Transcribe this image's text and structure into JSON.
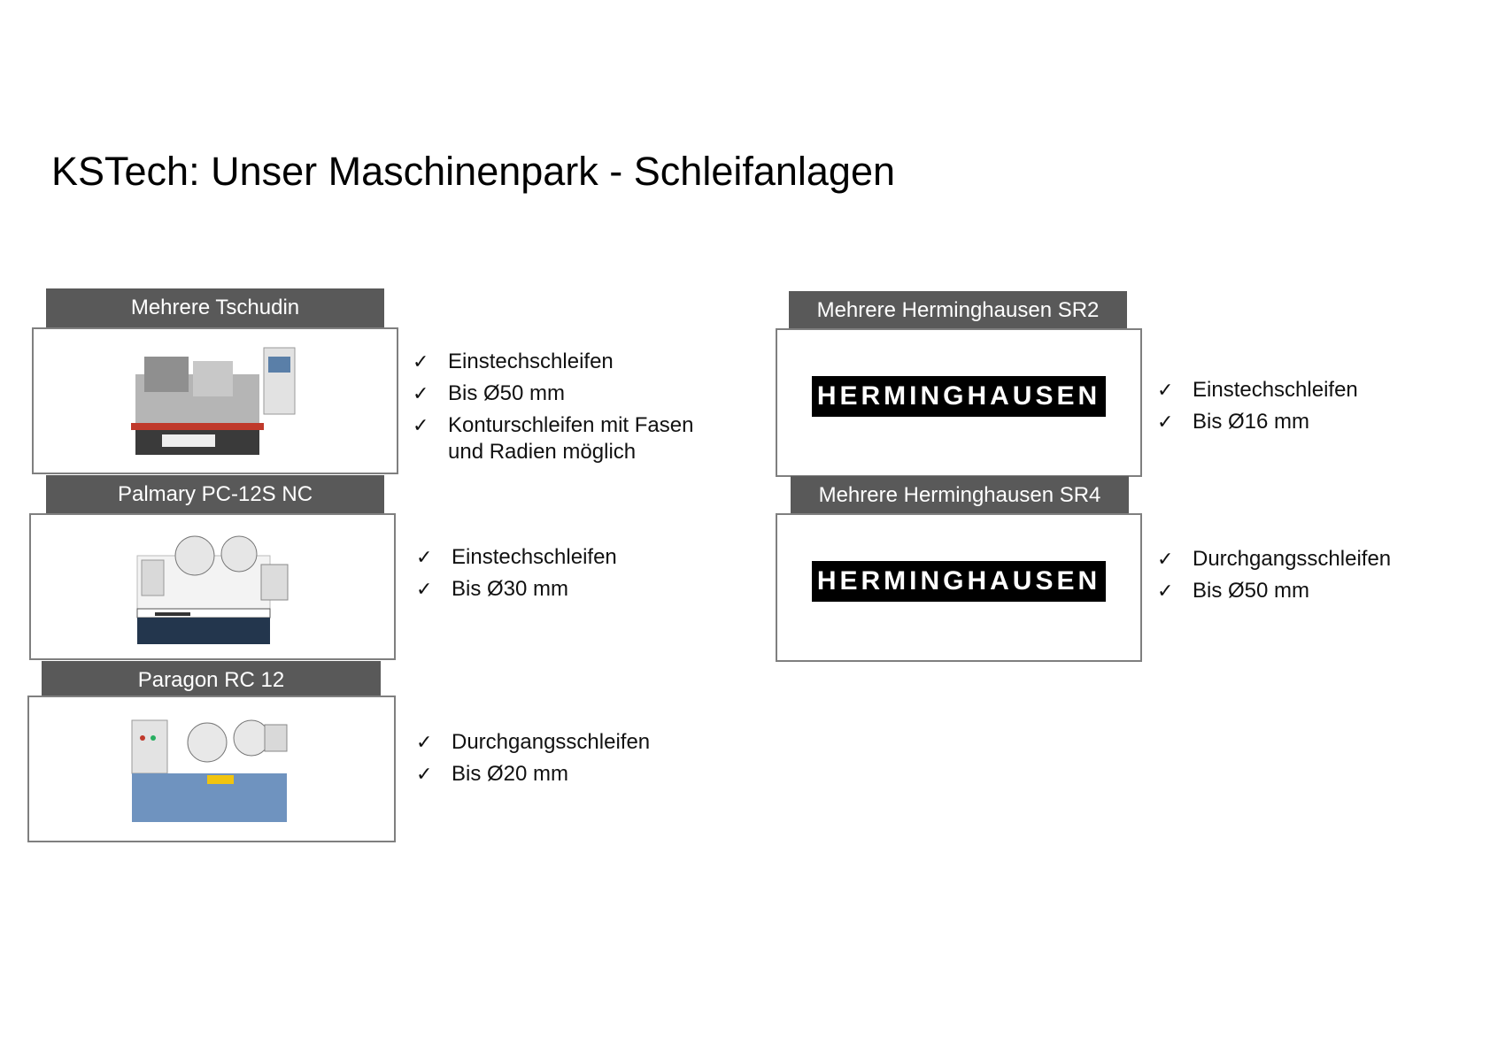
{
  "title": "KSTech: Unser Maschinenpark - Schleifanlagen",
  "machines": [
    {
      "label": "Mehrere Tschudin",
      "features": [
        "Einstechschleifen",
        "Bis Ø50 mm",
        "Konturschleifen mit Fasen\nund Radien möglich"
      ]
    },
    {
      "label": "Palmary PC-12S NC",
      "features": [
        "Einstechschleifen",
        "Bis Ø30 mm"
      ]
    },
    {
      "label": "Paragon RC 12",
      "features": [
        "Durchgangsschleifen",
        "Bis Ø20 mm"
      ]
    },
    {
      "label": "Mehrere Herminghausen SR2",
      "logo": "HERMINGHAUSEN",
      "features": [
        "Einstechschleifen",
        "Bis Ø16 mm"
      ]
    },
    {
      "label": "Mehrere Herminghausen SR4",
      "logo": "HERMINGHAUSEN",
      "features": [
        "Durchgangsschleifen",
        "Bis Ø50 mm"
      ]
    }
  ],
  "check_glyph": "✓"
}
